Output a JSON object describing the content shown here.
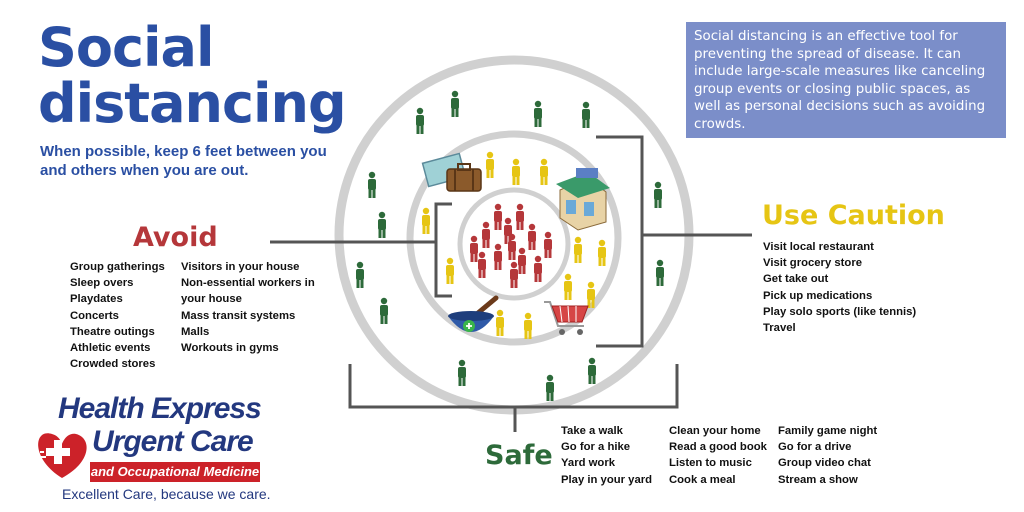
{
  "title_line1": "Social",
  "title_line2": "distancing",
  "subtitle": "When possible, keep 6 feet between you and others when you are out.",
  "info": "Social distancing is an effective tool for preventing the spread of disease. It can include large-scale measures like canceling group events or closing public spaces, as well as personal decisions such as avoiding crowds.",
  "avoid": {
    "heading": "Avoid",
    "col1": [
      "Group gatherings",
      "Sleep overs",
      "Playdates",
      "Concerts",
      "Theatre outings",
      "Athletic events",
      "Crowded stores"
    ],
    "col2": [
      "Visitors in your house",
      "Non-essential workers in",
      "your house",
      "Mass transit systems",
      "Malls",
      "Workouts in gyms"
    ]
  },
  "caution": {
    "heading": "Use Caution",
    "items": [
      "Visit local restaurant",
      "Visit grocery store",
      "Get take out",
      "Pick up medications",
      "Play solo sports (like tennis)",
      "Travel"
    ]
  },
  "safe": {
    "heading": "Safe",
    "col1": [
      "Take a walk",
      "Go for a hike",
      "Yard work",
      "Play in your yard"
    ],
    "col2": [
      "Clean your home",
      "Read a good book",
      "Listen to music",
      "Cook a meal"
    ],
    "col3": [
      "Family game night",
      "Go for a drive",
      "Group video chat",
      "Stream a show"
    ]
  },
  "logo": {
    "line1": "Health Express",
    "line2": "Urgent Care",
    "line3": "and Occupational Medicine",
    "tagline": "Excellent Care, because we care."
  },
  "colors": {
    "blue": "#2a4fa3",
    "red": "#b5373a",
    "yellow": "#e6c514",
    "green": "#2d6a3a",
    "ring": "#cfcfcf",
    "bracket": "#555555"
  }
}
